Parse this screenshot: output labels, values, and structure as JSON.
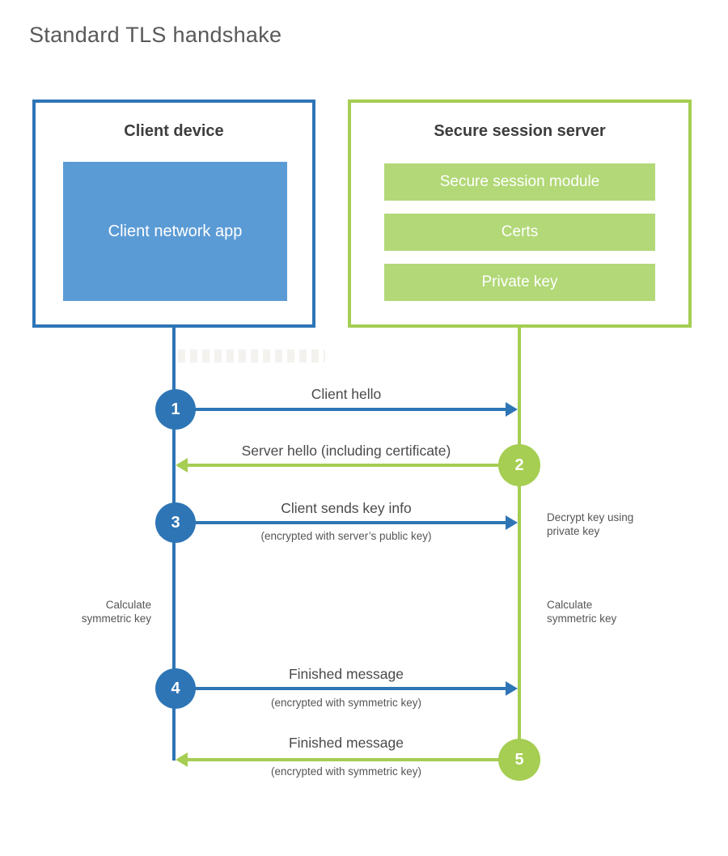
{
  "title": "Standard TLS handshake",
  "colors": {
    "blue": "#2e75b6",
    "blue_fill": "#5b9bd5",
    "green": "#a5ce52",
    "green_fill": "#b2d877",
    "heading_text": "#3d3d3d",
    "label_text": "#4a4a4a",
    "note_text": "#555555",
    "title_text": "#595959"
  },
  "client_box": {
    "title": "Client device",
    "app_label": "Client network app"
  },
  "server_box": {
    "title": "Secure session server",
    "modules": [
      "Secure session module",
      "Certs",
      "Private key"
    ]
  },
  "steps": [
    {
      "num": "1",
      "label": "Client hello",
      "sublabel": "",
      "direction": "right",
      "color": "blue"
    },
    {
      "num": "2",
      "label": "Server hello (including certificate)",
      "sublabel": "",
      "direction": "left",
      "color": "green"
    },
    {
      "num": "3",
      "label": "Client sends key info",
      "sublabel": "(encrypted with server’s public key)",
      "direction": "right",
      "color": "blue",
      "side_note": "Decrypt key using\nprivate key"
    },
    {
      "num": "4",
      "label": "Finished message",
      "sublabel": "(encrypted with symmetric key)",
      "direction": "right",
      "color": "blue"
    },
    {
      "num": "5",
      "label": "Finished message",
      "sublabel": "(encrypted with symmetric key)",
      "direction": "left",
      "color": "green"
    }
  ],
  "notes": {
    "left_calculate": "Calculate\nsymmetric key",
    "right_calculate": "Calculate\nsymmetric key"
  }
}
